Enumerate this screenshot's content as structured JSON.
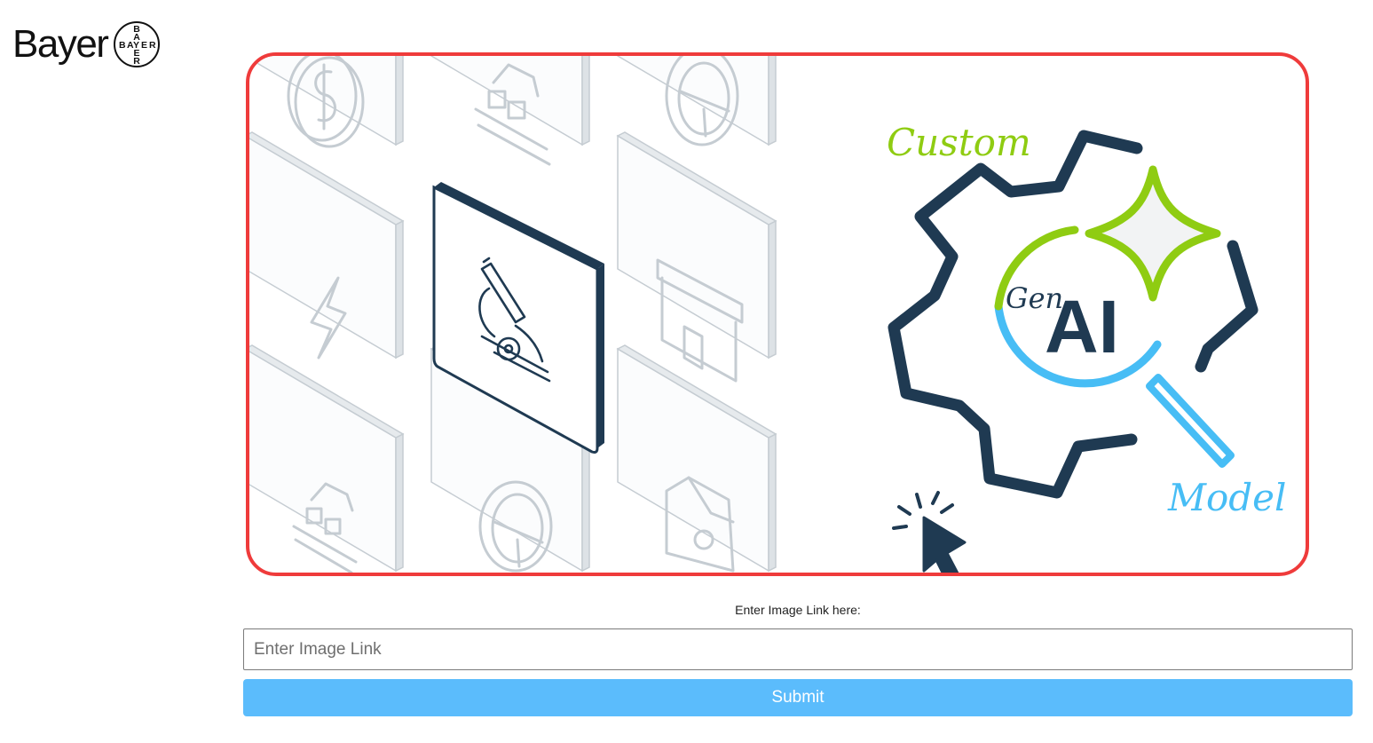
{
  "brand": {
    "wordmark": "Bayer",
    "cross_letters": [
      "B",
      "A",
      "Y",
      "E",
      "R"
    ]
  },
  "hero": {
    "label_custom": "Custom",
    "label_gen": "Gen",
    "label_ai": "AI",
    "label_model": "Model",
    "colors": {
      "frame": "#ef3b3b",
      "navy": "#1f3a52",
      "green": "#8fcc12",
      "blue": "#47bdf5",
      "tile_outline": "#c5ccd2"
    },
    "icons": [
      "coins-icon",
      "robot-arm-conveyor-icon",
      "steering-wheel-icon",
      "lightning-icon",
      "microscope-icon",
      "storefront-icon",
      "robot-arm-conveyor-icon",
      "steering-wheel-icon",
      "milk-carton-icon",
      "gear-icon",
      "sparkle-icon",
      "magnifier-icon",
      "cursor-click-icon"
    ]
  },
  "form": {
    "label": "Enter Image Link here:",
    "input_placeholder": "Enter Image Link",
    "input_value": "",
    "submit_label": "Submit",
    "submit_color": "#5bbcfc"
  }
}
